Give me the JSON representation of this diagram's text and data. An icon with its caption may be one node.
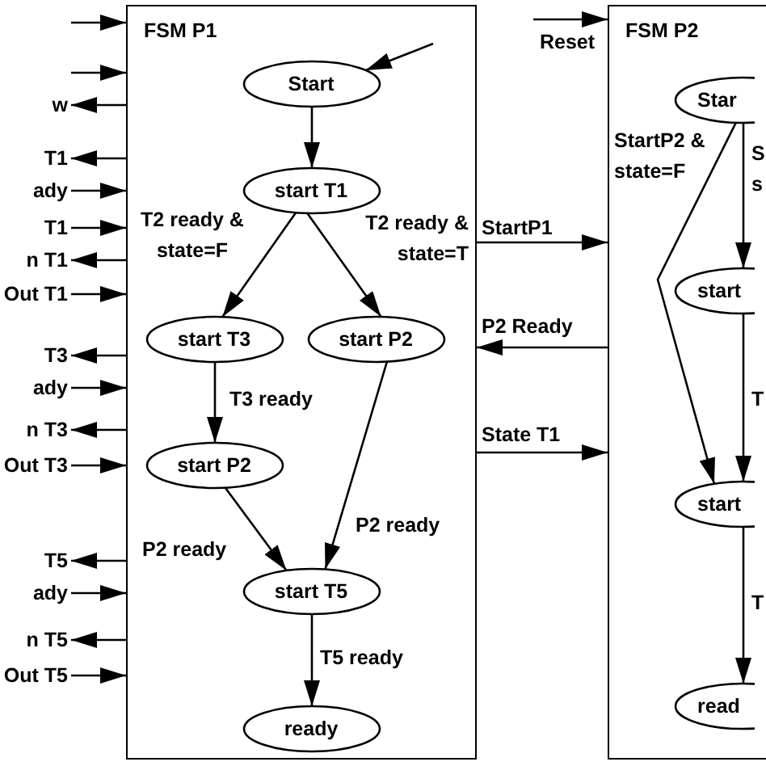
{
  "diagram": {
    "nodes": [
      {
        "text": [
          "FSM P1"
        ]
      },
      {
        "text": [
          "Start"
        ],
        "in": 0
      },
      {
        "text": [
          "start T1"
        ],
        "in": 0
      },
      {
        "text": [
          "start T3"
        ],
        "in": 0
      },
      {
        "text": [
          "start P2"
        ],
        "in": 0
      },
      {
        "text": [
          "start P2"
        ],
        "in": 0
      },
      {
        "text": [
          "start T5"
        ],
        "in": 0
      },
      {
        "text": [
          "ready"
        ],
        "in": 0
      },
      {
        "text": [
          "FSM P2"
        ]
      },
      {
        "text": [
          "Star"
        ],
        "in": 8
      },
      {
        "text": [
          "start"
        ],
        "in": 8
      },
      {
        "text": [
          "start"
        ],
        "in": 8
      },
      {
        "text": [
          "read"
        ],
        "in": 8
      }
    ],
    "edges": [
      {
        "from": null,
        "to": 0,
        "arrow": "to"
      },
      {
        "from": null,
        "to": 0,
        "arrow": "to"
      },
      {
        "from": 0,
        "to": null,
        "arrow": "to",
        "label": "w"
      },
      {
        "from": 0,
        "to": null,
        "arrow": "to",
        "label": "T1"
      },
      {
        "from": null,
        "to": 0,
        "arrow": "to",
        "label": "ady"
      },
      {
        "from": null,
        "to": 0,
        "arrow": "to",
        "label": "T1"
      },
      {
        "from": 0,
        "to": null,
        "arrow": "to",
        "label": "n T1"
      },
      {
        "from": null,
        "to": 0,
        "arrow": "to",
        "label": "Out T1"
      },
      {
        "from": 0,
        "to": null,
        "arrow": "to",
        "label": "T3"
      },
      {
        "from": null,
        "to": 0,
        "arrow": "to",
        "label": "ady"
      },
      {
        "from": 0,
        "to": null,
        "arrow": "to",
        "label": "n T3"
      },
      {
        "from": null,
        "to": 0,
        "arrow": "to",
        "label": "Out T3"
      },
      {
        "from": 0,
        "to": null,
        "arrow": "to",
        "label": "T5"
      },
      {
        "from": null,
        "to": 0,
        "arrow": "to",
        "label": "ady"
      },
      {
        "from": 0,
        "to": null,
        "arrow": "to",
        "label": "n T5"
      },
      {
        "from": null,
        "to": 0,
        "arrow": "to",
        "label": "Out T5"
      },
      {
        "from": null,
        "to": 1,
        "arrow": "to"
      },
      {
        "from": 1,
        "to": 2,
        "arrow": "to"
      },
      {
        "from": 2,
        "to": 3,
        "arrow": "to",
        "label": "T2 ready & state=F"
      },
      {
        "from": 2,
        "to": 4,
        "arrow": "to",
        "label": "T2 ready & state=T"
      },
      {
        "from": 3,
        "to": 5,
        "arrow": "to",
        "label": "T3 ready"
      },
      {
        "from": 5,
        "to": 6,
        "arrow": "to",
        "label": "P2 ready"
      },
      {
        "from": 4,
        "to": 6,
        "arrow": "to",
        "label": "P2 ready"
      },
      {
        "from": 6,
        "to": 7,
        "arrow": "to",
        "label": "T5 ready"
      },
      {
        "from": null,
        "to": 8,
        "arrow": "to",
        "label": "Reset"
      },
      {
        "from": 0,
        "to": 8,
        "arrow": "to",
        "label": "StartP1"
      },
      {
        "from": 8,
        "to": 0,
        "arrow": "to",
        "label": "P2 Ready"
      },
      {
        "from": 0,
        "to": 8,
        "arrow": "to",
        "label": "State T1"
      },
      {
        "from": 9,
        "to": 10,
        "arrow": "to",
        "label": "S s"
      },
      {
        "from": 9,
        "to": 11,
        "arrow": "to",
        "label": "StartP2 & state=F"
      },
      {
        "from": 10,
        "to": 11,
        "arrow": "to",
        "label": "T"
      },
      {
        "from": 11,
        "to": 12,
        "arrow": "to",
        "label": "T"
      }
    ]
  }
}
